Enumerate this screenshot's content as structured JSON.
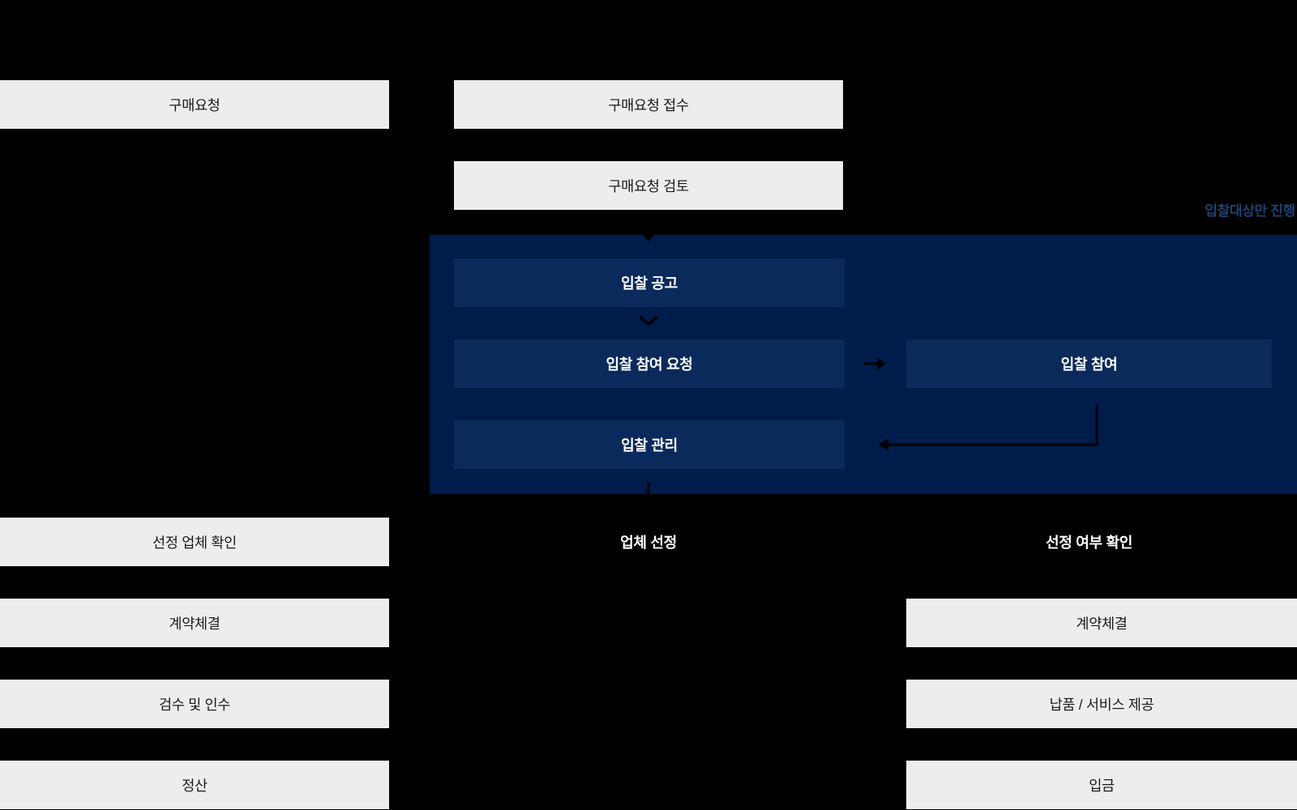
{
  "diagram": {
    "type": "procurement-bidding-flowchart",
    "annotation": {
      "bid_only_label": "입찰대상만 진행"
    },
    "nodes": {
      "purchase_request": "구매요청",
      "purchase_request_receipt": "구매요청 접수",
      "purchase_request_review": "구매요청 검토",
      "bid_announcement": "입찰 공고",
      "bid_participation_request": "입찰 참여 요청",
      "bid_participation": "입찰 참여",
      "bid_management": "입찰 관리",
      "vendor_selection": "업체 선정",
      "selected_vendor_check": "선정 업체 확인",
      "selection_status_check": "선정 여부 확인",
      "contract_signing_left": "계약체결",
      "contract_signing_right": "계약체결",
      "inspection_and_acceptance": "검수 및 인수",
      "delivery_service_provision": "납품 / 서비스 제공",
      "settlement": "정산",
      "deposit": "입금"
    },
    "arrows": [
      {
        "id": "review-to-bid-announcement",
        "type": "arrow-down"
      },
      {
        "id": "announcement-to-participation-request",
        "type": "chevron-down"
      },
      {
        "id": "participation-request-to-participation",
        "type": "arrow-right"
      },
      {
        "id": "participation-to-bid-management",
        "type": "elbow-arrow-left"
      },
      {
        "id": "bid-management-to-vendor-selection",
        "type": "arrow-down"
      }
    ],
    "colors": {
      "background": "#000000",
      "bid_band": "#001C4A",
      "bid_inner_box": "#0A2A5C",
      "gray_box": "#EDEDED",
      "gray_box_text": "#1A1A1A",
      "white_text": "#FFFFFF",
      "annotation_text": "#1D4173",
      "arrow": "#000000"
    }
  }
}
